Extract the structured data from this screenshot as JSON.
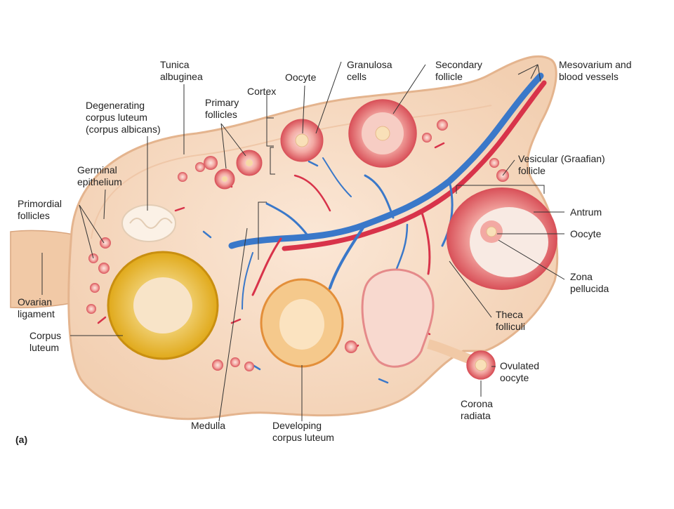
{
  "panel_label": "(a)",
  "labels": {
    "tunica_albuginea": "Tunica\nalbuginea",
    "oocyte_top": "Oocyte",
    "granulosa_cells": "Granulosa\ncells",
    "secondary_follicle": "Secondary\nfollicle",
    "mesovarium": "Mesovarium and\nblood vessels",
    "cortex": "Cortex",
    "primary_follicles": "Primary\nfollicles",
    "degenerating_cl": "Degenerating\ncorpus luteum\n(corpus albicans)",
    "germinal_epithelium": "Germinal\nepithelium",
    "primordial_follicles": "Primordial\nfollicles",
    "vesicular_follicle": "Vesicular (Graafian)\nfollicle",
    "antrum": "Antrum",
    "oocyte_right": "Oocyte",
    "zona_pellucida": "Zona\npellucida",
    "theca_folliculi": "Theca\nfolliculi",
    "ovarian_ligament": "Ovarian\nligament",
    "corpus_luteum": "Corpus\nluteum",
    "ovulated_oocyte": "Ovulated\noocyte",
    "corona_radiata": "Corona\nradiata",
    "medulla": "Medulla",
    "developing_cl": "Developing\ncorpus luteum"
  },
  "colors": {
    "ovary_fill": "#f6dcc4",
    "ovary_edge": "#e7b996",
    "artery": "#d8334a",
    "vein": "#3a78c9",
    "follicle": "#e98a8a",
    "corpus_luteum": "#f1c233",
    "leader": "#333333"
  }
}
